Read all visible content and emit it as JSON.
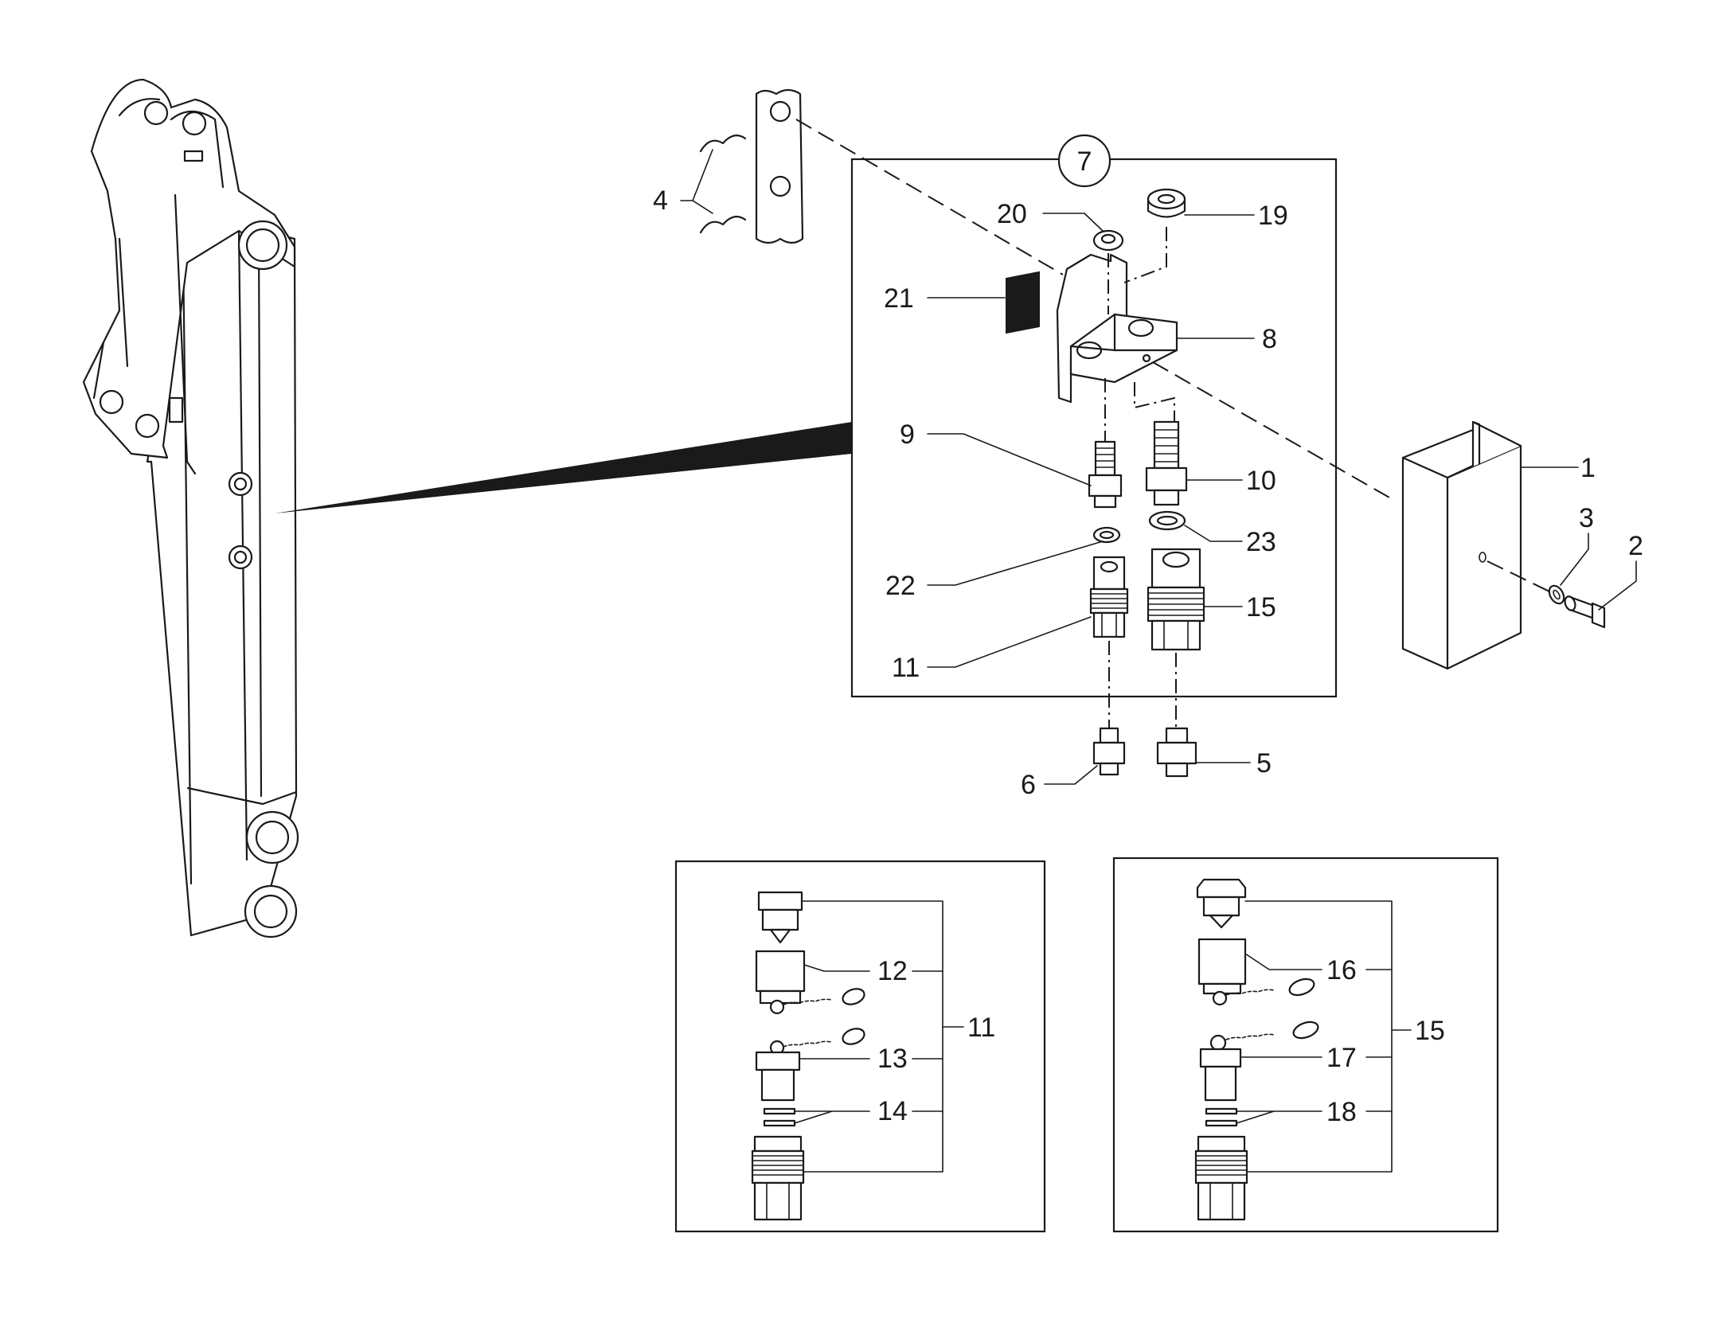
{
  "callouts": {
    "c1": "1",
    "c2": "2",
    "c3": "3",
    "c4": "4",
    "c5": "5",
    "c6": "6",
    "c7": "7",
    "c8": "8",
    "c9": "9",
    "c10": "10",
    "c11": "11",
    "c15": "15",
    "c19": "19",
    "c20": "20",
    "c21": "21",
    "c22": "22",
    "c23": "23"
  },
  "inset_left": {
    "c12": "12",
    "c13": "13",
    "c14": "14",
    "c11": "11"
  },
  "inset_right": {
    "c16": "16",
    "c17": "17",
    "c18": "18",
    "c15": "15"
  }
}
